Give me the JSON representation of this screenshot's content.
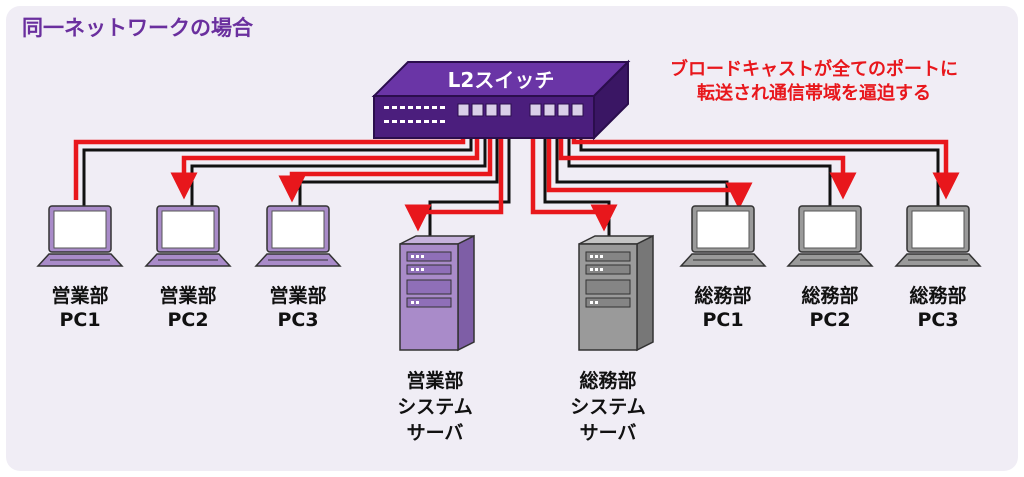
{
  "title": "同一ネットワークの場合",
  "switch_label": "L2スイッチ",
  "note": {
    "line1": "ブロードキャストが全てのポートに",
    "line2": "転送され通信帯域を逼迫する"
  },
  "colors": {
    "background": "#f0edf5",
    "title": "#6a2f9e",
    "note": "#e8171c",
    "sales_device": "#a98bc9",
    "general_device": "#9a9a9a",
    "switch": "#4b1e7d",
    "red_line": "#e8171c",
    "black_line": "#111111"
  },
  "nodes": {
    "sales_pc1": {
      "line1": "営業部",
      "line2": "PC1"
    },
    "sales_pc2": {
      "line1": "営業部",
      "line2": "PC2"
    },
    "sales_pc3": {
      "line1": "営業部",
      "line2": "PC3"
    },
    "sales_server": {
      "line1": "営業部",
      "line2": "システム",
      "line3": "サーバ"
    },
    "general_server": {
      "line1": "総務部",
      "line2": "システム",
      "line3": "サーバ"
    },
    "general_pc1": {
      "line1": "総務部",
      "line2": "PC1"
    },
    "general_pc2": {
      "line1": "総務部",
      "line2": "PC2"
    },
    "general_pc3": {
      "line1": "総務部",
      "line2": "PC3"
    }
  }
}
